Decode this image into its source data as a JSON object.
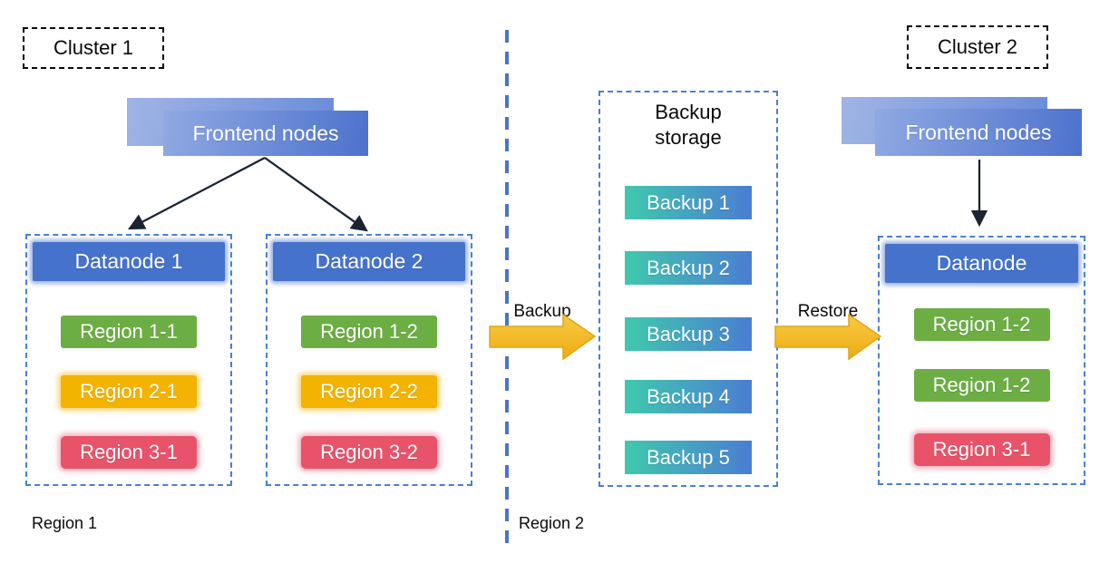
{
  "cluster1": {
    "label": "Cluster 1",
    "frontend_label": "Frontend nodes",
    "region_label": "Region 1",
    "datanodes": [
      {
        "title": "Datanode 1",
        "regions": [
          {
            "label": "Region 1-1",
            "color": "green"
          },
          {
            "label": "Region 2-1",
            "color": "yellow"
          },
          {
            "label": "Region 3-1",
            "color": "red"
          }
        ]
      },
      {
        "title": "Datanode 2",
        "regions": [
          {
            "label": "Region 1-2",
            "color": "green"
          },
          {
            "label": "Region 2-2",
            "color": "yellow"
          },
          {
            "label": "Region 3-2",
            "color": "red"
          }
        ]
      }
    ]
  },
  "backup_storage": {
    "title": "Backup storage",
    "items": [
      "Backup 1",
      "Backup 2",
      "Backup 3",
      "Backup 4",
      "Backup 5"
    ]
  },
  "flows": {
    "backup_label": "Backup",
    "restore_label": "Restore"
  },
  "cluster2": {
    "label": "Cluster 2",
    "frontend_label": "Frontend nodes",
    "region_label": "Region 2",
    "datanode": {
      "title": "Datanode",
      "regions": [
        {
          "label": "Region 1-2",
          "color": "green"
        },
        {
          "label": "Region 1-2",
          "color": "green"
        },
        {
          "label": "Region 3-1",
          "color": "red"
        }
      ]
    }
  },
  "colors": {
    "container_border": "#4a7fd0",
    "divider": "#4a74c4",
    "frontend_gradient_start": "#8fa9e2",
    "frontend_gradient_end": "#4d72cd",
    "datanode_header": "#4573cb",
    "region_green": "#6cae44",
    "region_yellow": "#f3b300",
    "region_red": "#e8536a",
    "backup_gradient_start": "#3fc9ad",
    "backup_gradient_end": "#4b7dd3",
    "flow_arrow_gold": "#f2b41e",
    "black_arrow": "#1b2430"
  }
}
